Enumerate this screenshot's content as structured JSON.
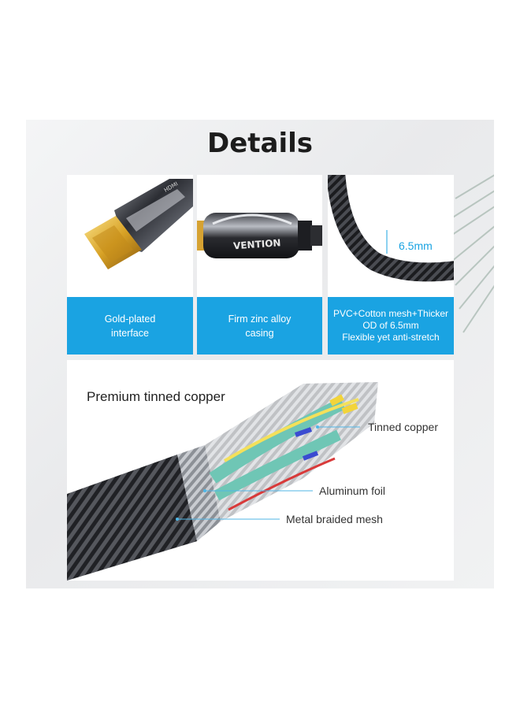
{
  "title": "Details",
  "cards": [
    {
      "label": "Gold-plated\ninterface"
    },
    {
      "label": "Firm zinc alloy\ncasing",
      "brand": "VENTION"
    },
    {
      "label": "PVC+Cotton mesh+Thicker\nOD of 6.5mm\nFlexible yet anti-stretch",
      "measure": "6.5mm"
    }
  ],
  "detail": {
    "title": "Premium tinned copper",
    "callouts": [
      "Tinned copper",
      "Aluminum foil",
      "Metal braided mesh"
    ]
  },
  "colors": {
    "accent": "#1aa3e2",
    "callout_line": "#4fb6e6"
  }
}
